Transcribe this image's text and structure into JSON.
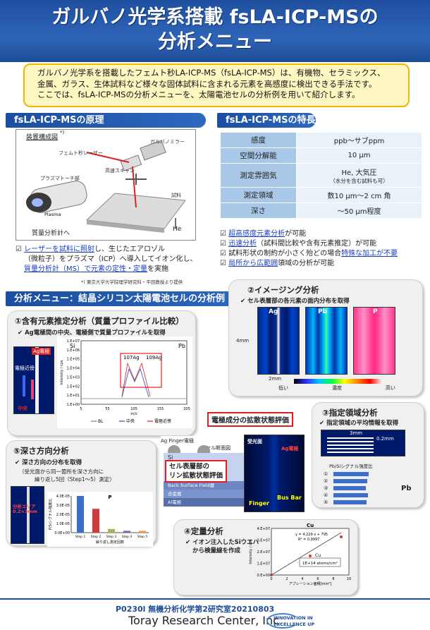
{
  "title": {
    "line1": "ガルバノ光学系搭載 fsLA-ICP-MSの",
    "line2": "分析メニュー"
  },
  "intro": [
    "ガルバノ光学系を搭載したフェムト秒LA-ICP-MS（fsLA-ICP-MS）は、有機物、セラミックス、",
    "金属、ガラス、生体試料など様々な固体試料に含まれる元素を高感度に検出できる手法です。",
    "ここでは、fsLA-ICP-MSの分析メニューを、太陽電池セルの分析例を用いて紹介します。"
  ],
  "principle": {
    "header": "fsLA-ICP-MSの原理",
    "diagram_title": "装置構成図",
    "diagram_mark": "*)",
    "labels": {
      "galvano": "ガルバノミラー",
      "laser": "フェムト秒レーザー",
      "scan": "高速スキャン",
      "plasma_torch": "プラズマトーチ部",
      "plasma": "Plasma",
      "sample": "試料",
      "he": "He",
      "ms": "質量分析計へ"
    },
    "desc_parts": [
      "レーザーを試料に照射",
      "し、生じたエアロゾル",
      "（微粒子）をプラズマ（ICP）へ導入してイオン化し、",
      "質量分析計（MS）で元素の定性・定量",
      "を実施"
    ],
    "credit": "*) 東京大学大学院理学研究科・平田教授より提供"
  },
  "features": {
    "header": "fsLA-ICP-MSの特長",
    "rows": [
      {
        "k": "感度",
        "v": "ppb～サブppm"
      },
      {
        "k": "空間分解能",
        "v": "10 μm"
      },
      {
        "k": "測定雰囲気",
        "v": "He, 大気圧",
        "note": "（水分を含む試料も可）"
      },
      {
        "k": "測定領域",
        "v": "数10 μm～2 cm 角"
      },
      {
        "k": "深さ",
        "v": "～50 μm程度"
      }
    ],
    "checks": [
      [
        "超高感度元素分析",
        "が可能"
      ],
      [
        "迅速分析",
        "（試料間比較や含有元素推定）が可能"
      ],
      [
        "試料形状の制約が小さく殆どの場合",
        "特殊な加工が不要"
      ],
      [
        "局所から広範囲",
        "領域の分析が可能"
      ]
    ]
  },
  "menu": {
    "header": "分析メニュー：結晶シリコン太陽電池セルの分析例"
  },
  "p1": {
    "title": "①含有元素推定分析（質量プロファイル比較）",
    "sub": "✔ Ag電極間の中央、電極側で質量プロファイルを取得",
    "lbl_ag": "Ag電極",
    "lbl_mid": "電極近傍",
    "lbl_center": "中央",
    "si": "Si",
    "pb": "Pb",
    "ag107": "107Ag",
    "ag109": "109Ag",
    "yaxis": "Intensity / cps",
    "xaxis": "m/z",
    "yticks": [
      "1.E+07",
      "1.E+06",
      "1.E+05",
      "1.E+04",
      "1.E+03",
      "1.E+02",
      "1.E+01",
      "1.E+00"
    ],
    "xticks": [
      "5",
      "55",
      "105",
      "155",
      "205"
    ],
    "legend": [
      "BL",
      "中央",
      "電極近傍"
    ],
    "colors": {
      "bl": "#7f7f7f",
      "center": "#1f4fb5",
      "near": "#e02020"
    }
  },
  "p2": {
    "title": "②イメージング分析",
    "sub": "✔ セル表層部の各元素の面内分布を取得",
    "elems": [
      "Ag",
      "Pb",
      "P"
    ],
    "h": "4mm",
    "w": "2mm",
    "low": "低い",
    "mid": "濃度",
    "high": "高い"
  },
  "p3": {
    "title": "③指定領域分析",
    "sub": "✔ 指定領域の平均情報を取得",
    "w": "3mm",
    "s": "0.2mm",
    "chart_title": "Pb/Siシグナル強度比",
    "elem": "Pb",
    "rows": [
      "①",
      "②",
      "③",
      "④",
      "⑤"
    ]
  },
  "p4": {
    "title": "④定量分析",
    "sub1": "✔ イオン注入したSiウエハ",
    "sub2": "から検量線を作成",
    "elem": "Cu",
    "eq": "y = 4.229 x + 795",
    "r2": "R² = 0.9997",
    "box1": "Cu",
    "box2": "1E+14 atoms/cm²",
    "yaxis": "Intensity / cps",
    "xaxis": "アブレーション面積[mm²]",
    "yticks": [
      "4.E+07",
      "3.E+07",
      "2.E+07",
      "1.E+07",
      "0.E+00"
    ],
    "xticks": [
      "0",
      "2",
      "4",
      "6",
      "8",
      "10"
    ]
  },
  "p5": {
    "title": "⑤深さ方向分析",
    "sub": "✔ 深さ方向の分布を取得",
    "note1": "（受光面から同一箇所を深さ方向に",
    "note2": "繰り返し5回（Step1～5）測定）",
    "area": "分析エリア",
    "area_size": "0.2×3mm",
    "elem": "P",
    "yaxis": "P/Siシグナル強度比",
    "xaxis": "繰り返し測定回数",
    "yticks": [
      "4.0E-05",
      "3.0E-05",
      "2.0E-05",
      "1.0E-05",
      "0.0E+00"
    ],
    "steps": [
      "Step 1",
      "Step 2",
      "Step 3",
      "Step 4",
      "Step 5"
    ],
    "values": [
      4e-05,
      2.6e-05,
      4e-06,
      2e-06,
      2e-06
    ],
    "colors": [
      "#3a6fd0",
      "#d03a3a",
      "#9bbb59",
      "#8064a2",
      "#f79646"
    ]
  },
  "cross": {
    "title": "電極成分の拡散状態評価",
    "finger_top": "Ag Finger電極",
    "cut": "セル断面図",
    "si": "Si",
    "surface1": "セル表層部の",
    "surface2": "リン拡散状態評価",
    "bsf": "Back Surface Field層",
    "alloy": "合金層",
    "al": "Al電極",
    "photo": "受光面",
    "agel": "Ag電極",
    "finger": "Finger",
    "busbar": "Bus Bar"
  },
  "footer": {
    "company": "Toray Research Center, Inc.",
    "slogan1": "INNOVATION IN",
    "slogan2": "EXCELLENCE UP",
    "code": "P0230l 無機分析化学第2研究室20210803"
  }
}
